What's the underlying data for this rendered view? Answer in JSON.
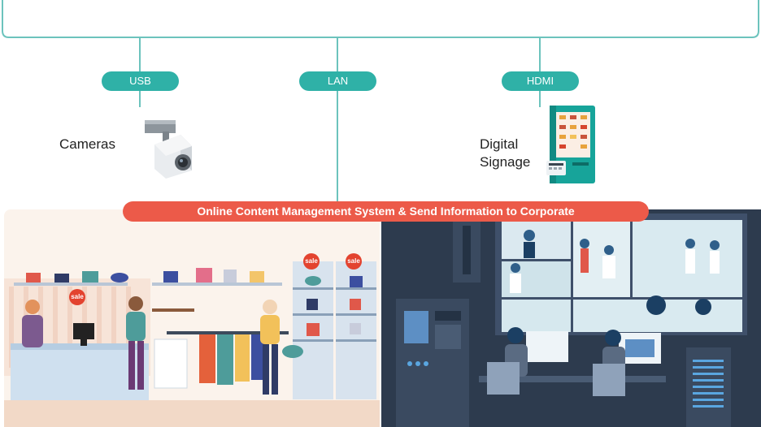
{
  "connectors": {
    "usb_label": "USB",
    "lan_label": "LAN",
    "hdmi_label": "HDMI"
  },
  "devices": {
    "cameras_label": "Cameras",
    "signage_line1": "Digital",
    "signage_line2": "Signage"
  },
  "banner": {
    "text": "Online Content Management System &  Send Information to Corporate"
  },
  "store": {
    "sale_badge": "sale"
  },
  "colors": {
    "teal": "#2fb1a7",
    "line": "#6cc3bd",
    "banner": "#ec5a49",
    "store_bg": "#fbf3ec",
    "control_bg": "#2d3b4e"
  }
}
